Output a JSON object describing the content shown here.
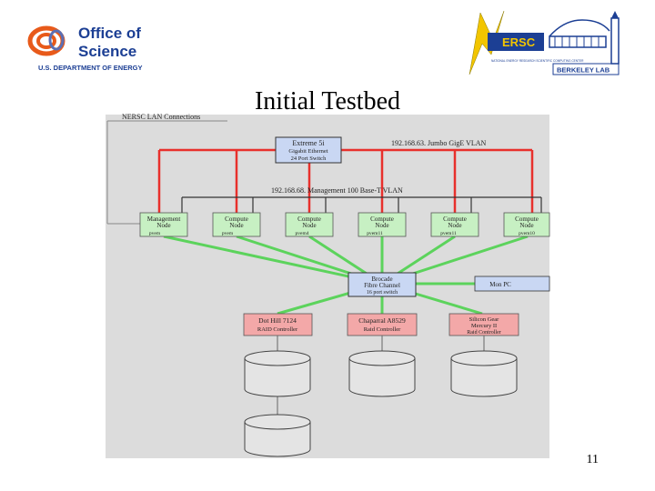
{
  "logos": {
    "doe_line1": "Office of",
    "doe_line2": "Science",
    "doe_subtitle": "U.S. DEPARTMENT OF ENERGY",
    "nersc_text": "ERSC",
    "nersc_caption": "NATIONAL ENERGY RESEARCH SCIENTIFIC COMPUTING CENTER",
    "lbl_text": "BERKELEY LAB"
  },
  "slide": {
    "title": "Initial Testbed",
    "page_number": "11"
  },
  "colors": {
    "ethernet_red": "#e8302c",
    "fibre_green": "#5cd35c",
    "node_green": "#c7f0c3",
    "switch_blue": "#c9d7f3",
    "storage_pink": "#f3a8a8",
    "diagram_bg": "#dcdcdc"
  },
  "diagram": {
    "lan_label": "NERSC LAN Connections",
    "extreme_switch": {
      "line1": "Extreme 5i",
      "line2": "Gigabit Ethernet",
      "line3": "24 Port Switch"
    },
    "jumbo_vlan_label": "192.168.63. Jumbo GigE VLAN",
    "mgmt_vlan_label": "192.168.68. Management 100 Base-T VLAN",
    "nodes": [
      {
        "line1": "Management",
        "line2": "Node",
        "line3": "pvem"
      },
      {
        "line1": "Compute",
        "line2": "Node",
        "line3": "pvem"
      },
      {
        "line1": "Compute",
        "line2": "Node",
        "line3": "pvem4"
      },
      {
        "line1": "Compute",
        "line2": "Node",
        "line3": "pvem11"
      },
      {
        "line1": "Compute",
        "line2": "Node",
        "line3": "pvem11"
      },
      {
        "line1": "Compute",
        "line2": "Node",
        "line3": "pvem10"
      }
    ],
    "fibre_switch": {
      "line1": "Brocade",
      "line2": "Fibre Channel",
      "line3": "16 port switch"
    },
    "side_box": "Mon PC",
    "storage": [
      {
        "line1": "Dot Hill 7124",
        "line2": "RAID Controller"
      },
      {
        "line1": "Chaparral A8529",
        "line2": "Raid Controller"
      },
      {
        "line1": "Silicon Gear",
        "line2": "Mercury II",
        "line3": "Raid Controller"
      }
    ]
  }
}
